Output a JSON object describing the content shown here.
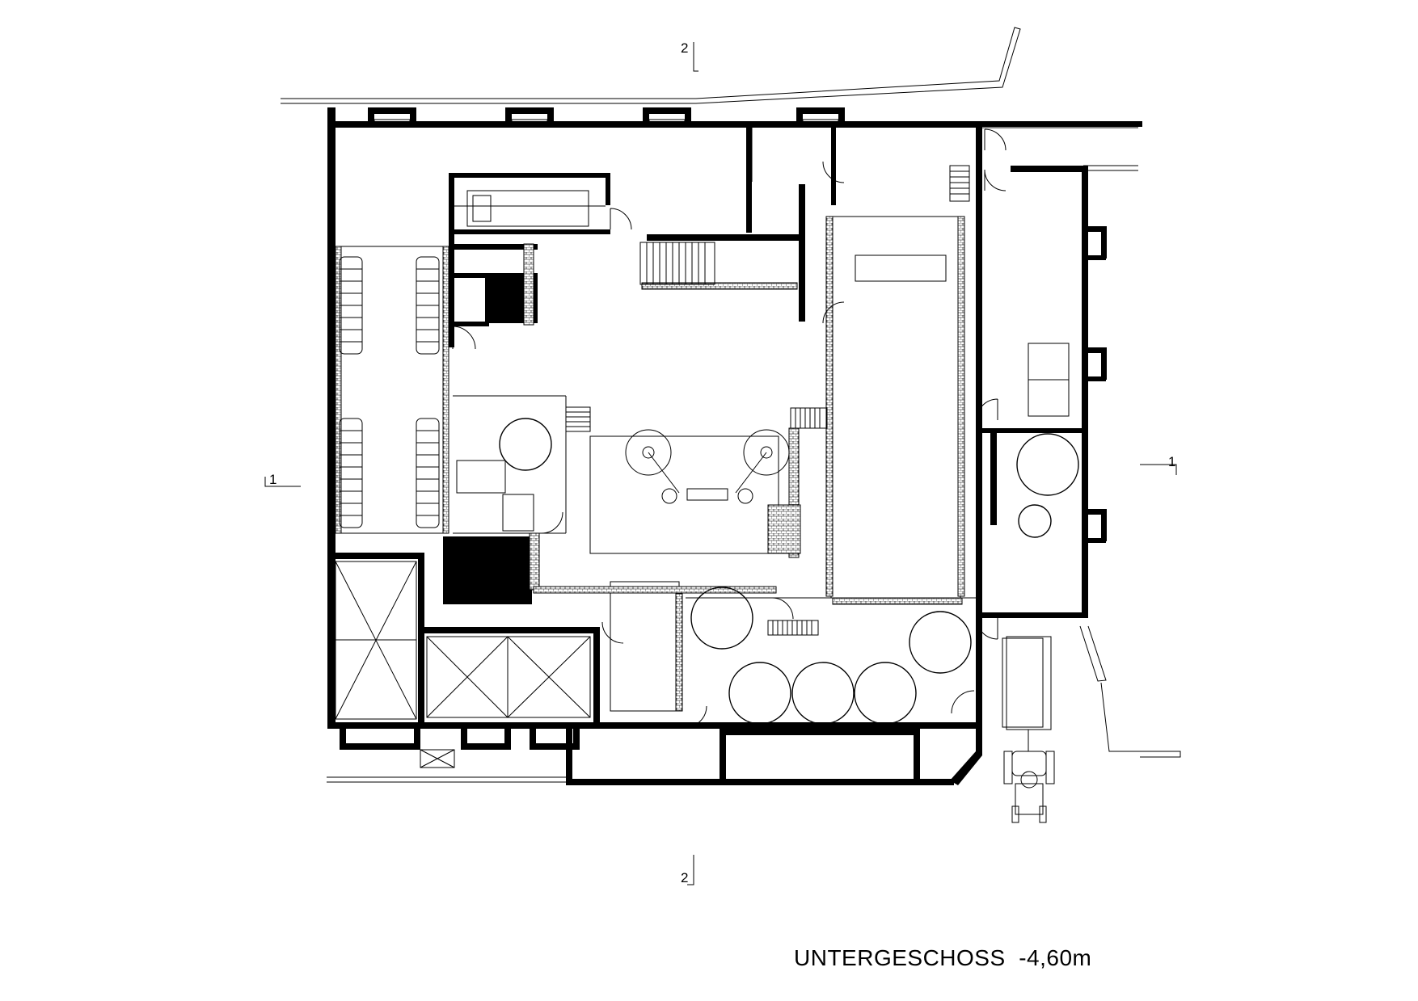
{
  "drawing": {
    "title": "UNTERGESCHOSS  -4,60m"
  },
  "section_markers": {
    "top": "2",
    "bottom": "2",
    "left": "1",
    "right": "1"
  },
  "colors": {
    "ink": "#000000",
    "paper": "#ffffff"
  }
}
